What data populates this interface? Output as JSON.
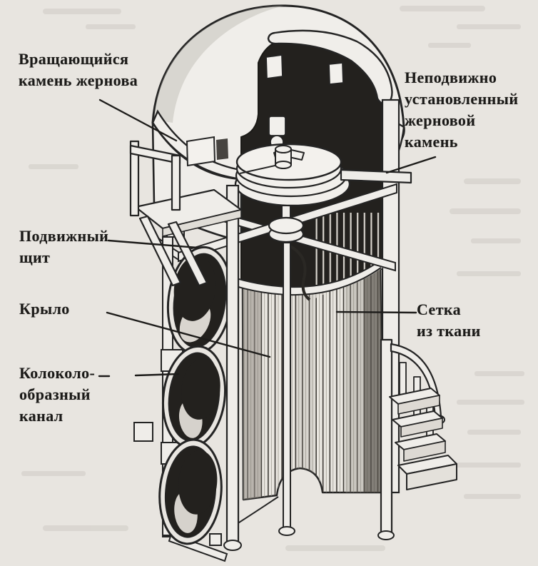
{
  "figure": {
    "kind": "book-engraving",
    "subject": "Cutaway view of a tower windmill: dome, millstones, vertical-blade rotor drum and spiral stair",
    "labels": {
      "rotating_millstone": "Вращающийся\nкамень жернова",
      "fixed_millstone": "Неподвижно\nустановленный\nжерновой\nкамень",
      "movable_shield": "Подвижный\nщит",
      "wing": "Крыло",
      "fabric_mesh": "Сетка\nиз ткани",
      "bell_channel": "Колоколо-\nобразный\nканал"
    },
    "colors": {
      "paper": "#e8e5e0",
      "ink": "#242424",
      "dark_interior": "#23211e",
      "surface_light": "#f0eeea",
      "label_text": "#1b1a18"
    }
  }
}
